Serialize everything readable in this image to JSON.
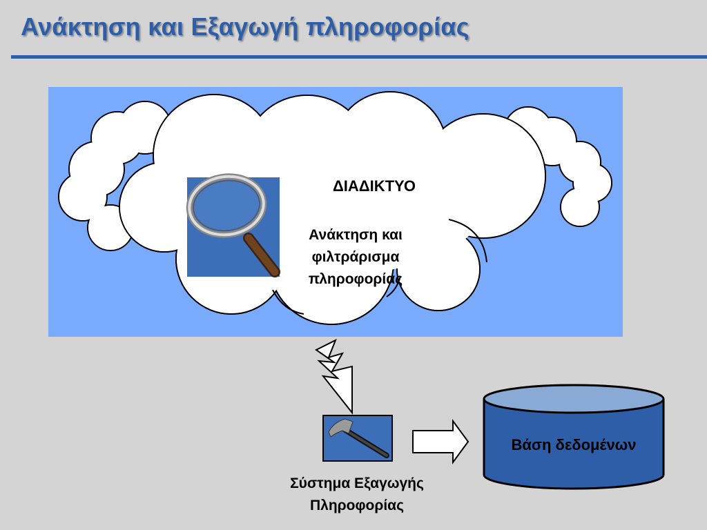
{
  "slide": {
    "title": "Ανάκτηση και Εξαγωγή πληροφορίας"
  },
  "internet": {
    "label": "ΔΙΑΔΙΚΤΥΟ",
    "retrieval_lines": [
      "Ανάκτηση και",
      "φιλτράρισμα",
      "πληροφορίας"
    ]
  },
  "extraction_system": {
    "lines": [
      "Σύστημα Εξαγωγής",
      "Πληροφορίας"
    ]
  },
  "database": {
    "label": "Βάση δεδομένων"
  },
  "colors": {
    "title": "#2e5ea8",
    "panel": "#7aaafb",
    "icon_tile": "#3c6fb8",
    "database_body": "#2e5ea8",
    "database_top": "#8aaad6",
    "background": "#d4d4d4"
  }
}
